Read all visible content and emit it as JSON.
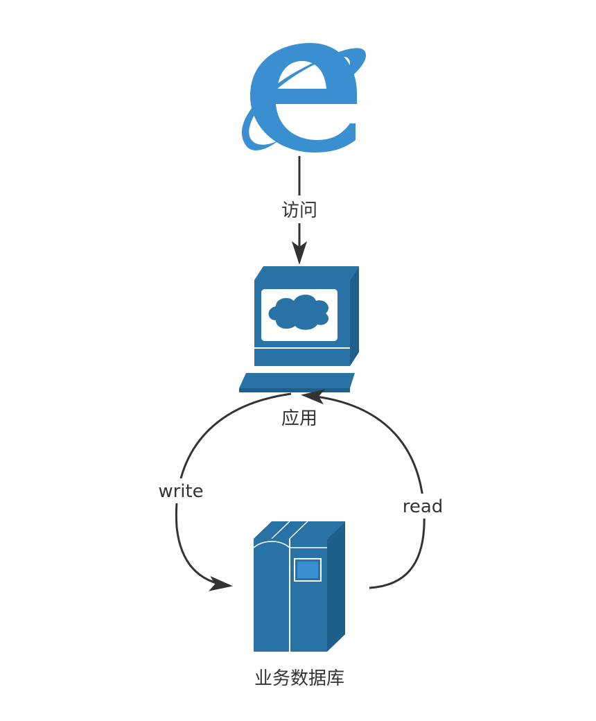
{
  "nodes": {
    "browser": {
      "icon": "internet-explorer-icon"
    },
    "app": {
      "icon": "computer-terminal-icon",
      "label": "应用"
    },
    "database": {
      "icon": "database-server-icon",
      "label": "业务数据库"
    }
  },
  "edges": {
    "visit": {
      "label": "访问"
    },
    "write": {
      "label": "write"
    },
    "read": {
      "label": "read"
    }
  },
  "colors": {
    "icon_blue": "#3a8fd0",
    "device_blue": "#2872a6",
    "screen_white": "#ffffff",
    "arrow": "#333333",
    "text": "#333333"
  }
}
